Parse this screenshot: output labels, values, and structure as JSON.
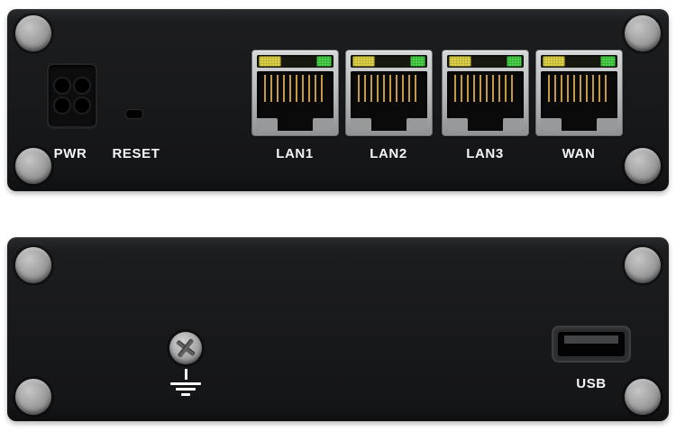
{
  "device": {
    "type": "industrial-router-product-photo",
    "front_panel": {
      "pwr_label": "PWR",
      "reset_label": "RESET",
      "port_labels": [
        "LAN1",
        "LAN2",
        "LAN3",
        "WAN"
      ]
    },
    "bottom_panel": {
      "usb_label": "USB"
    },
    "colors": {
      "body": "#17181a",
      "screw": "#a3a3a3",
      "led_yellow": "#ddd24a",
      "led_green": "#4cd24c",
      "port_metal": "#b4b6b8",
      "pin_gold": "#c59a45",
      "label_text": "#f5f5f5",
      "background": "#ffffff"
    }
  }
}
